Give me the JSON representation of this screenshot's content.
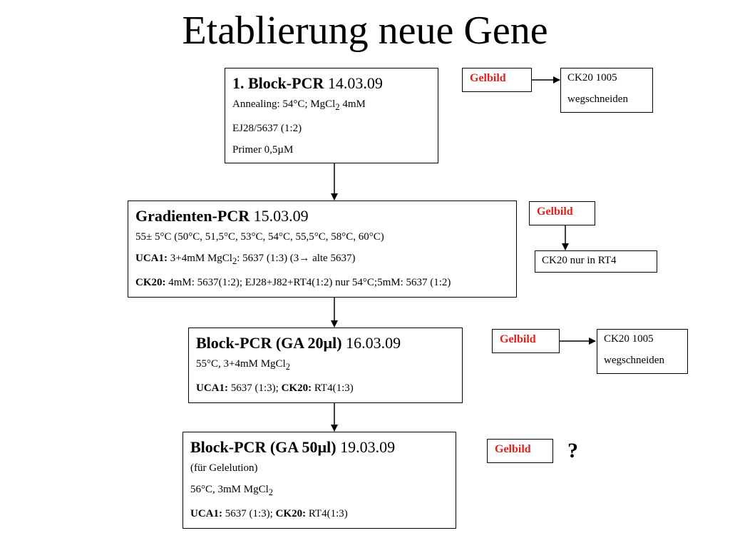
{
  "title": "Etablierung neue Gene",
  "steps": [
    {
      "head_bold": "1. Block-PCR",
      "head_date": "14.03.09",
      "line1": "Annealing: 54°C; MgCl",
      "line1_sub": "2",
      "line1_rest": " 4mM",
      "line2": "EJ28/5637 (1:2)",
      "line3": "Primer 0,5µM"
    },
    {
      "head_bold": "Gradienten-PCR",
      "head_date": "15.03.09",
      "line1": "55± 5°C (50°C, 51,5°C, 53°C, 54°C, 55,5°C, 58°C, 60°C)",
      "line2_bold": "UCA1:",
      "line2_a": " 3+4mM  MgCl",
      "line2_sub": "2",
      "line2_b": ": 5637 (1:3) (3",
      "line2_arrow": "→",
      "line2_c": " alte 5637)",
      "line3_bold": "CK20:",
      "line3": " 4mM: 5637(1:2); EJ28+J82+RT4(1:2) nur 54°C;5mM: 5637 (1:2)"
    },
    {
      "head_bold": "Block-PCR (GA 20µl)",
      "head_date": "16.03.09",
      "line1": "55°C, 3+4mM  MgCl",
      "line1_sub": "2",
      "line2_bold_a": "UCA1:",
      "line2_a": " 5637 (1:3); ",
      "line2_bold_b": "CK20:",
      "line2_b": " RT4(1:3)"
    },
    {
      "head_bold": "Block-PCR (GA 50µl)",
      "head_date": "19.03.09",
      "line1": "(für Gelelution)",
      "line2": "56°C, 3mM  MgCl",
      "line2_sub": "2",
      "line3_bold_a": "UCA1:",
      "line3_a": " 5637 (1:3); ",
      "line3_bold_b": "CK20:",
      "line3_b": " RT4(1:3)"
    }
  ],
  "gel_label": "Gelbild",
  "notes": {
    "n1_l1": "CK20 1005",
    "n1_l2": "wegschneiden",
    "n2_l1": "CK20 nur in RT4",
    "n3_l1": "CK20 1005",
    "n3_l2": "wegschneiden"
  },
  "question_mark": "?",
  "colors": {
    "gel_text": "#e0201b",
    "border": "#000000"
  }
}
